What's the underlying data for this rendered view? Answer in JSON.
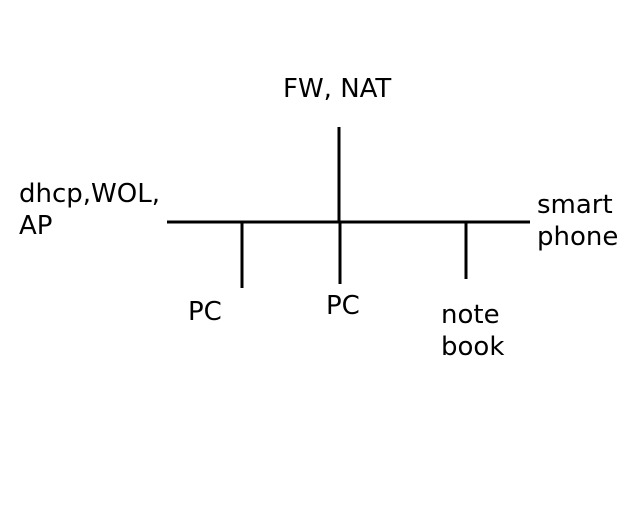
{
  "diagram": {
    "top_label": "FW, NAT",
    "left_label": [
      "dhcp,WOL,",
      "AP"
    ],
    "right_label": [
      "smart",
      "phone"
    ],
    "branch_labels": {
      "pc_left": "PC",
      "pc_center": "PC",
      "notebook": [
        "note",
        "book"
      ]
    }
  },
  "colors": {
    "line": "#000000",
    "text": "#000000",
    "background": "#ffffff"
  }
}
